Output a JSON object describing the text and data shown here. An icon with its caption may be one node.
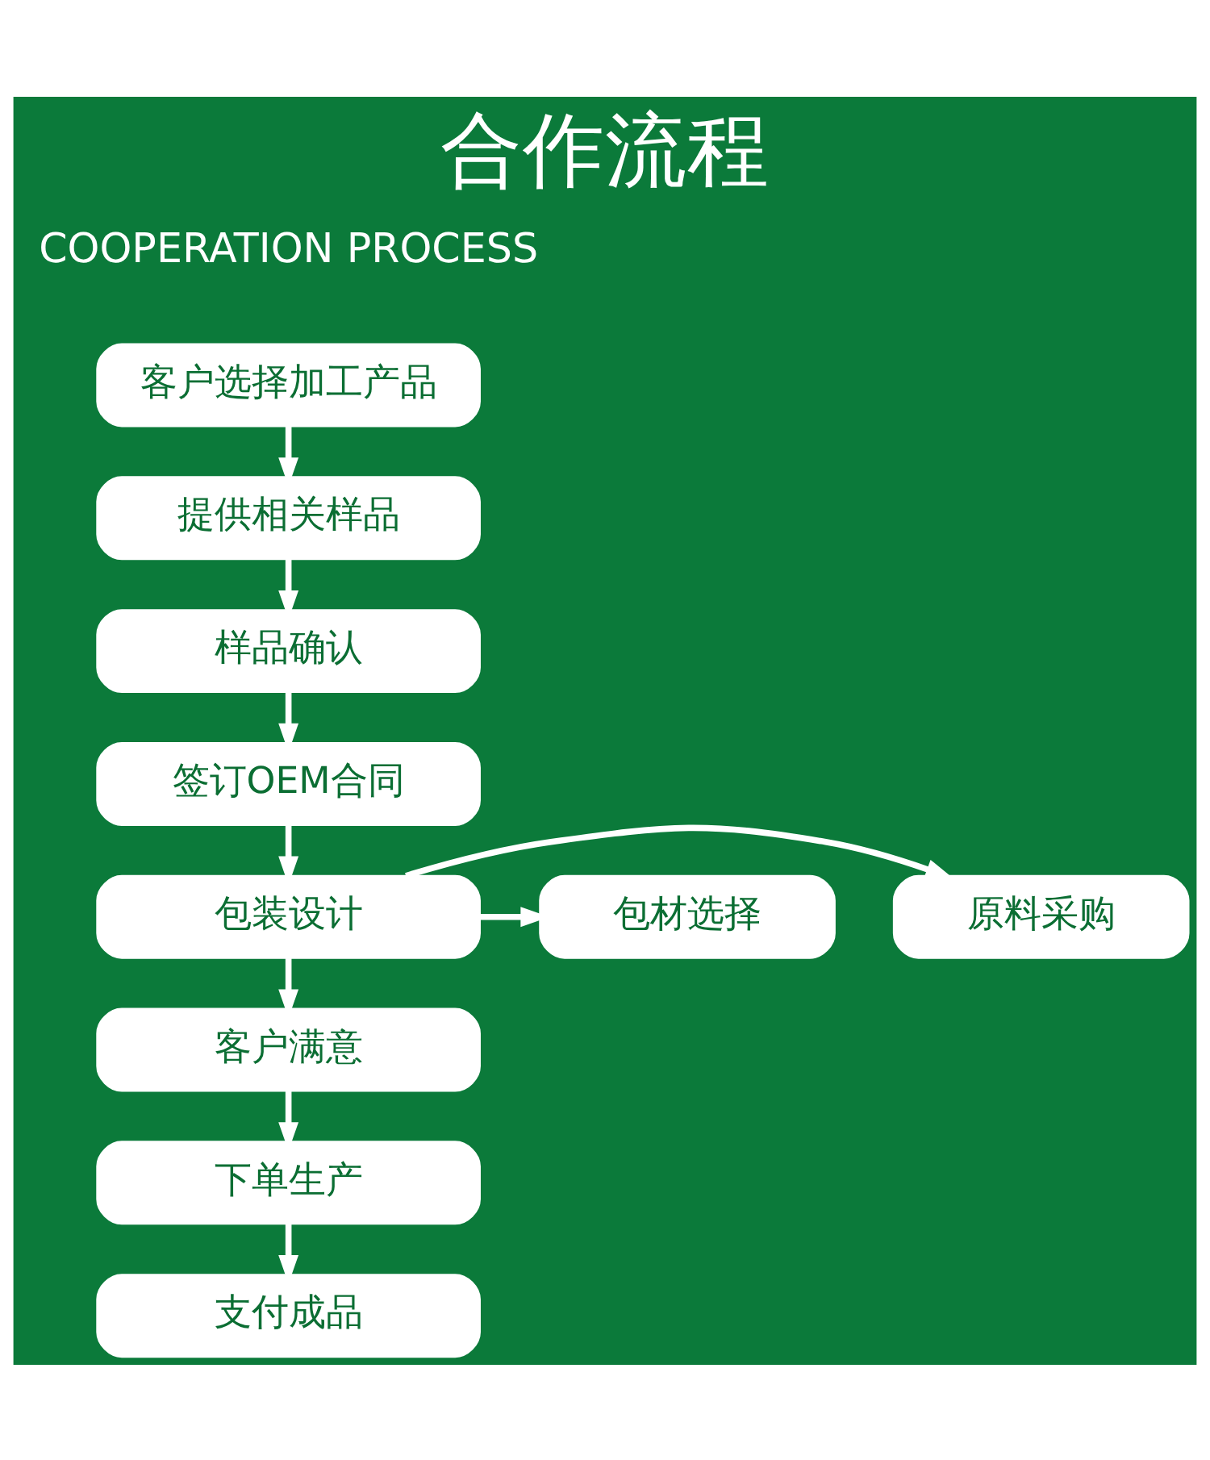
{
  "diagram": {
    "title": "合作流程",
    "nodes": [
      {
        "text": [
          "客户选择加工产品"
        ]
      },
      {
        "text": [
          "提供相关样品"
        ]
      },
      {
        "text": [
          "样品确认"
        ]
      },
      {
        "text": [
          "签订OEM合同"
        ]
      },
      {
        "text": [
          "原料采购"
        ]
      },
      {
        "text": [
          "包装设计"
        ]
      },
      {
        "text": [
          "包材选择"
        ]
      },
      {
        "text": [
          "客户满意"
        ]
      },
      {
        "text": [
          "下单生产"
        ]
      },
      {
        "text": [
          "支付成品"
        ]
      }
    ],
    "edges": [
      {
        "from": 0,
        "to": 1,
        "arrow": "to"
      },
      {
        "from": 1,
        "to": 2,
        "arrow": "to"
      },
      {
        "from": 2,
        "to": 3,
        "arrow": "to"
      },
      {
        "from": 3,
        "to": 5,
        "arrow": "to"
      },
      {
        "from": 5,
        "to": 4,
        "arrow": "to"
      },
      {
        "from": 5,
        "to": 6,
        "arrow": "to"
      },
      {
        "from": 5,
        "to": 7,
        "arrow": "to"
      },
      {
        "from": 7,
        "to": 8,
        "arrow": "to"
      },
      {
        "from": 8,
        "to": 9,
        "arrow": "to"
      }
    ],
    "labels": [
      "COOPERATION PROCESS"
    ]
  }
}
